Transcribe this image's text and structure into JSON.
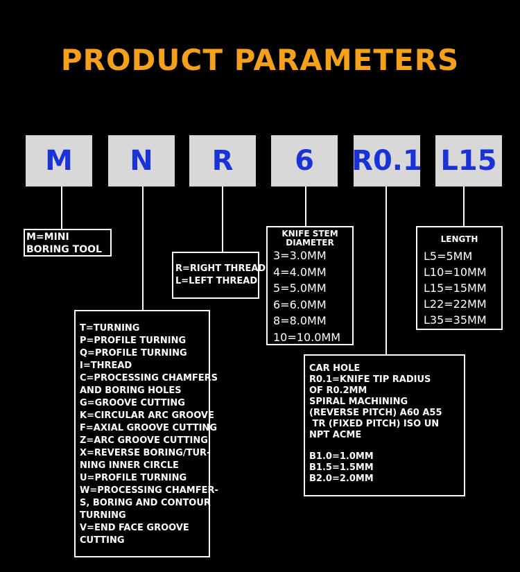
{
  "title": "PRODUCT PARAMETERS",
  "codes": [
    "M",
    "N",
    "R",
    "6",
    "R0.1",
    "L15"
  ],
  "boxes": {
    "m": [
      "M=MINI",
      "BORING TOOL"
    ],
    "r": [
      "R=RIGHT THREAD",
      "L=LEFT THREAD"
    ],
    "diameter": {
      "heading": [
        "KNIFE STEM",
        "DIAMETER"
      ],
      "items": [
        "3=3.0MM",
        "4=4.0MM",
        "5=5.0MM",
        "6=6.0MM",
        "8=8.0MM",
        "10=10.0MM"
      ]
    },
    "length": {
      "heading": "LENGTH",
      "items": [
        "L5=5MM",
        "L10=10MM",
        "L15=15MM",
        "L22=22MM",
        "L35=35MM"
      ]
    },
    "n": [
      "T=TURNING",
      "P=PROFILE TURNING",
      "Q=PROFILE TURNING",
      "I=THREAD",
      "C=PROCESSING CHAMFERS",
      "AND BORING HOLES",
      "G=GROOVE CUTTING",
      "K=CIRCULAR ARC GROOVE",
      "F=AXIAL GROOVE CUTTING",
      "Z=ARC GROOVE CUTTING",
      "X=REVERSE BORING/TUR-",
      "NING INNER CIRCLE",
      "U=PROFILE TURNING",
      "W=PROCESSING CHAMFER-",
      "S, BORING AND CONTOUR",
      "TURNING",
      "V=END FACE GROOVE",
      "CUTTING"
    ],
    "radius": {
      "lines1": [
        "CAR HOLE",
        "R0.1=KNIFE TIP RADIUS",
        "OF R0.2MM",
        "SPIRAL MACHINING",
        "(REVERSE PITCH) A60 A55",
        " TR (FIXED PITCH) ISO UN",
        "NPT ACME"
      ],
      "lines2": [
        "B1.0=1.0MM",
        "B1.5=1.5MM",
        "B2.0=2.0MM"
      ]
    }
  },
  "colors": {
    "title": "#f5a01a",
    "code_text": "#1a33d6",
    "code_bg": "#d8d8d8"
  }
}
